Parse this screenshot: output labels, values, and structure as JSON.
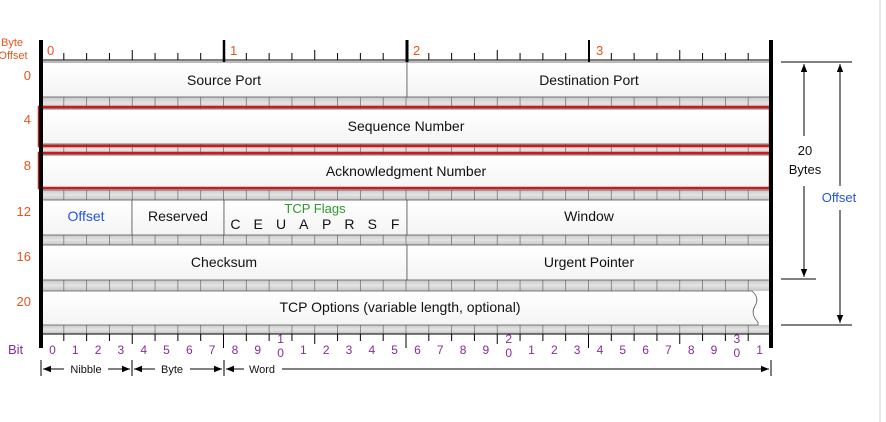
{
  "header": {
    "byte_offset_label_1": "Byte",
    "byte_offset_label_2": "Offset",
    "byte_markers": [
      "0",
      "1",
      "2",
      "3"
    ]
  },
  "row_offsets": [
    "0",
    "4",
    "8",
    "12",
    "16",
    "20"
  ],
  "fields": {
    "source_port": "Source Port",
    "destination_port": "Destination Port",
    "sequence_number": "Sequence Number",
    "acknowledgment_number": "Acknowledgment Number",
    "offset": "Offset",
    "reserved": "Reserved",
    "tcp_flags_title": "TCP Flags",
    "tcp_flags_letters": [
      "C",
      "E",
      "U",
      "A",
      "P",
      "R",
      "S",
      "F"
    ],
    "window": "Window",
    "checksum": "Checksum",
    "urgent_pointer": "Urgent Pointer",
    "tcp_options": "TCP Options (variable length, optional)"
  },
  "side": {
    "bytes_count": "20",
    "bytes_unit": "Bytes",
    "offset_label": "Offset"
  },
  "bits": {
    "label": "Bit",
    "top": [
      "0",
      "1",
      "2",
      "3",
      "4",
      "5",
      "6",
      "7",
      "8",
      "9",
      "1",
      "1",
      "2",
      "3",
      "4",
      "5",
      "6",
      "7",
      "8",
      "9",
      "2",
      "1",
      "2",
      "3",
      "4",
      "5",
      "6",
      "7",
      "8",
      "9",
      "3",
      "1"
    ],
    "bottom": [
      "",
      "",
      "",
      "",
      "",
      "",
      "",
      "",
      "",
      "",
      "0",
      "",
      "",
      "",
      "",
      "",
      "",
      "",
      "",
      "",
      "0",
      "",
      "",
      "",
      "",
      "",
      "",
      "",
      "",
      "",
      "0",
      ""
    ]
  },
  "ranges": {
    "nibble": "Nibble",
    "byte": "Byte",
    "word": "Word"
  },
  "colors": {
    "orange": "#e8541e",
    "blue": "#2255dd",
    "green": "#2a9a2a",
    "purple": "#8a2a9a",
    "highlight": "#cc1a1a",
    "cell": "#ffffff",
    "band": "#d6d6d6"
  }
}
